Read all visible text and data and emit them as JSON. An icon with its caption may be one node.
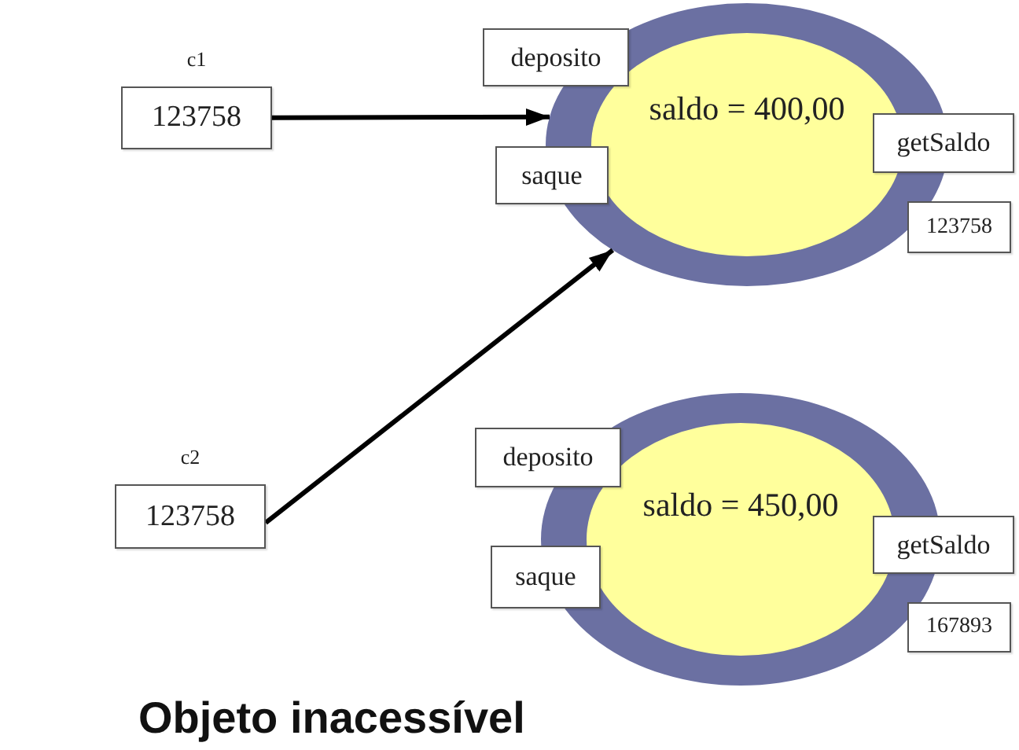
{
  "diagram": {
    "caption": "Objeto inacessível",
    "nodes": [
      {
        "text": [
          "123758"
        ],
        "beside": [
          "c1"
        ]
      },
      {
        "text": [
          "saldo = 400,00"
        ]
      },
      {
        "text": [
          "deposito"
        ]
      },
      {
        "text": [
          "saque"
        ]
      },
      {
        "text": [
          "getSaldo"
        ]
      },
      {
        "text": [
          "123758"
        ]
      },
      {
        "text": [
          "123758"
        ],
        "beside": [
          "c2"
        ]
      },
      {
        "text": [
          "saldo = 450,00"
        ]
      },
      {
        "text": [
          "deposito"
        ]
      },
      {
        "text": [
          "saque"
        ]
      },
      {
        "text": [
          "getSaldo"
        ]
      },
      {
        "text": [
          "167893"
        ]
      }
    ],
    "edges": [
      {
        "from": 0,
        "to": 1,
        "arrow": "to"
      },
      {
        "from": 6,
        "to": 1,
        "arrow": "to"
      }
    ]
  }
}
